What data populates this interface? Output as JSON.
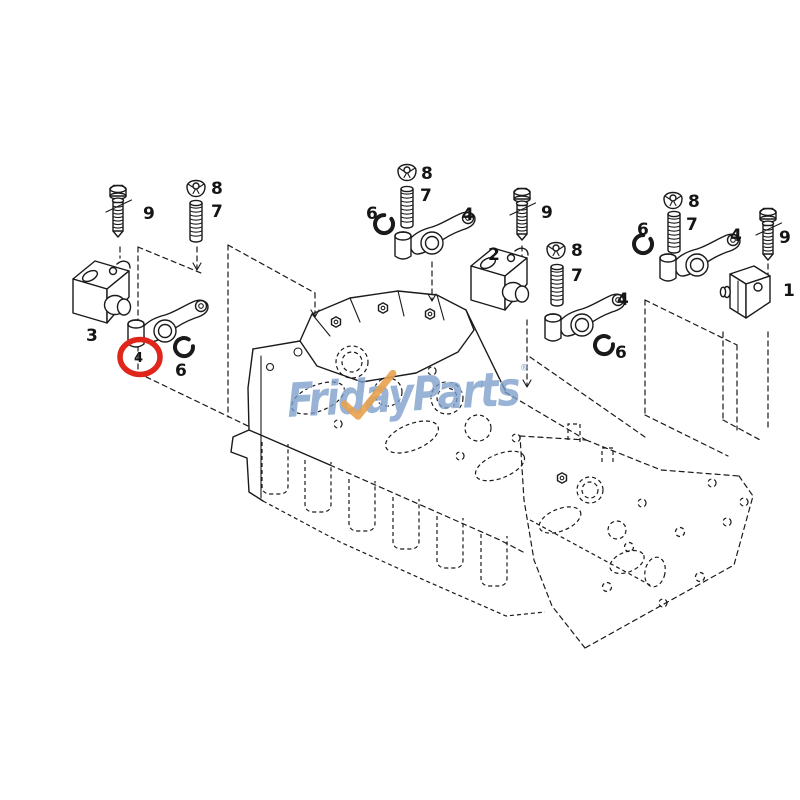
{
  "diagram": {
    "type": "exploded-parts-diagram",
    "subject": "cylinder-head-rocker-arm-assembly",
    "background": "#ffffff",
    "ink_color": "#1a1a1a",
    "watermark": {
      "text": "FridayParts",
      "registered": "®",
      "color": "#7b9dc9",
      "check_color": "#e8a14e"
    },
    "highlight": {
      "text": "4",
      "color": "#e0251b"
    },
    "callouts": [
      {
        "text": "9"
      },
      {
        "text": "8"
      },
      {
        "text": "7"
      },
      {
        "text": "3"
      },
      {
        "text": "4"
      },
      {
        "text": "6"
      },
      {
        "text": "6"
      },
      {
        "text": "8"
      },
      {
        "text": "7"
      },
      {
        "text": "4"
      },
      {
        "text": "2"
      },
      {
        "text": "9"
      },
      {
        "text": "8"
      },
      {
        "text": "7"
      },
      {
        "text": "4"
      },
      {
        "text": "6"
      },
      {
        "text": "8"
      },
      {
        "text": "7"
      },
      {
        "text": "6"
      },
      {
        "text": "4"
      },
      {
        "text": "9"
      },
      {
        "text": "1"
      }
    ]
  }
}
